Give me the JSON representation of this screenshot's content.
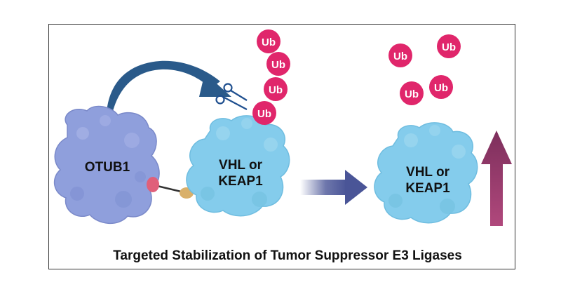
{
  "title": "Targeted Stabilization of Tumor Suppressor E3 Ligases",
  "proteins": {
    "otub1_label": "OTUB1",
    "ligase_left_line1": "VHL or",
    "ligase_left_line2": "KEAP1",
    "ligase_right_line1": "VHL or",
    "ligase_right_line2": "KEAP1"
  },
  "ubiquitin": {
    "attached": [
      "Ub",
      "Ub",
      "Ub",
      "Ub"
    ],
    "released": [
      "Ub",
      "Ub",
      "Ub",
      "Ub"
    ]
  },
  "icons": [
    "curved-arrow-icon",
    "scissors-icon",
    "linker-icon",
    "right-arrow-icon",
    "up-arrow-icon"
  ],
  "colors": {
    "otub1": "#8f9fdc",
    "ligase": "#84ccec",
    "ubiquitin": "#e0266b",
    "curved_arrow": "#2a5a8a",
    "right_arrow": "#4a5597",
    "up_arrow": "#9b3e6e",
    "linker_pink": "#e0607a",
    "linker_tan": "#d9b06a",
    "frame": "#333333"
  }
}
